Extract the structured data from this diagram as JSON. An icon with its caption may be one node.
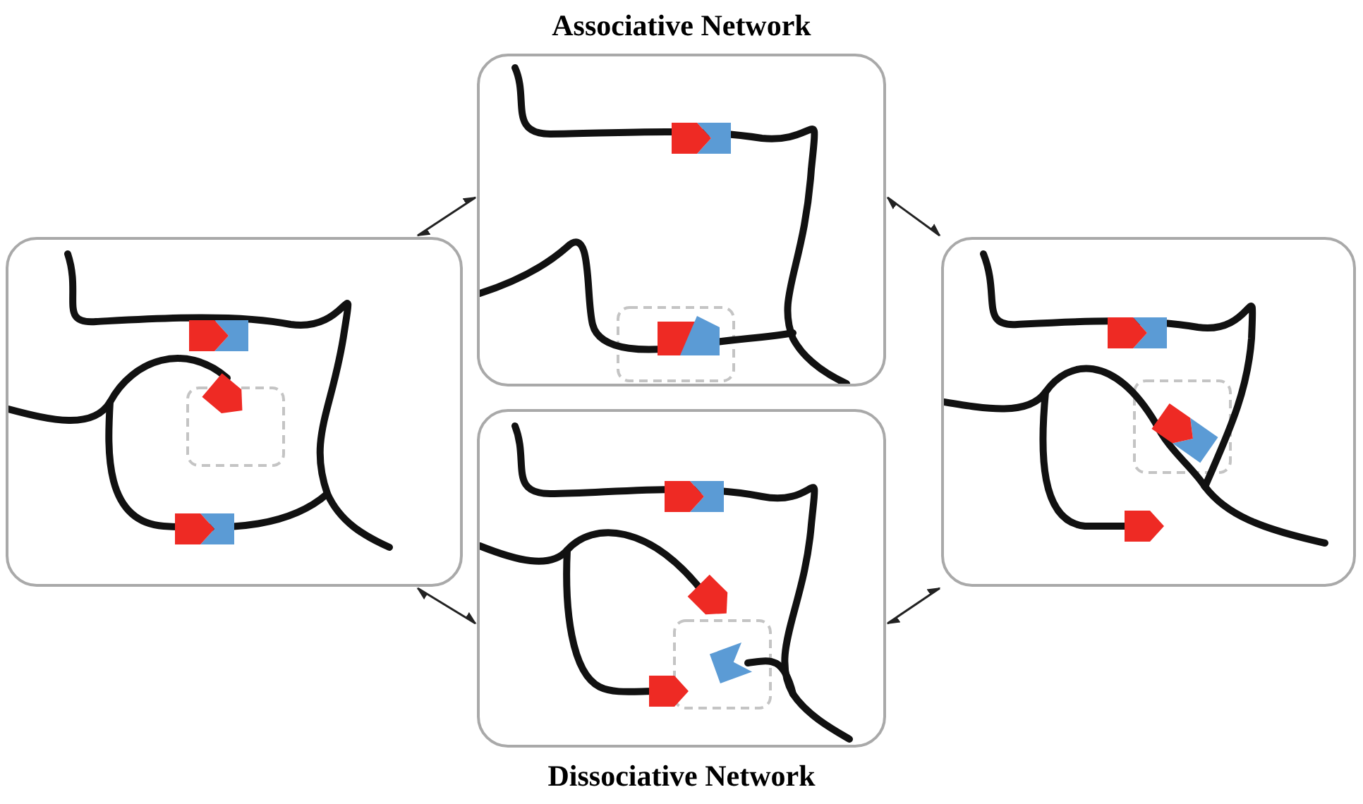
{
  "diagram": {
    "nodes": [
      {
        "text": [
          "Associative Network"
        ]
      },
      {
        "text": [],
        "shape": "picture"
      },
      {
        "text": [],
        "shape": "picture"
      },
      {
        "text": [
          "Dissociative Network"
        ]
      }
    ],
    "edges": [
      {
        "from": 1,
        "to": 0,
        "arrow": "both"
      },
      {
        "from": 0,
        "to": 2,
        "arrow": "both"
      },
      {
        "from": 1,
        "to": 3,
        "arrow": "both"
      },
      {
        "from": 3,
        "to": 2,
        "arrow": "both"
      }
    ]
  }
}
